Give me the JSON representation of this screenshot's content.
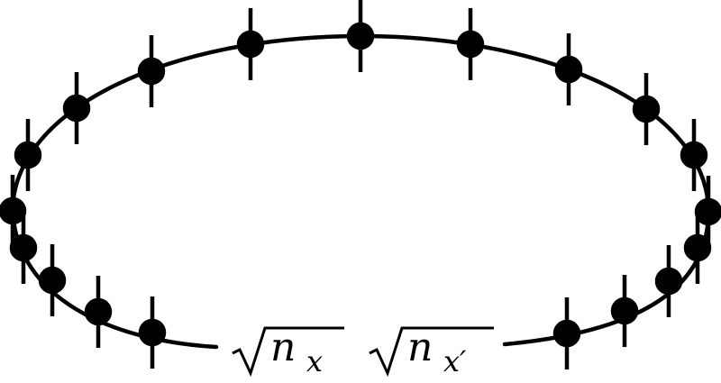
{
  "diagram": {
    "ring_color": "#000000",
    "background": "#ffffff",
    "site_count": 19,
    "labels": [
      {
        "symbol": "n",
        "subscript": "x"
      },
      {
        "symbol": "n",
        "subscript": "x′"
      }
    ]
  }
}
